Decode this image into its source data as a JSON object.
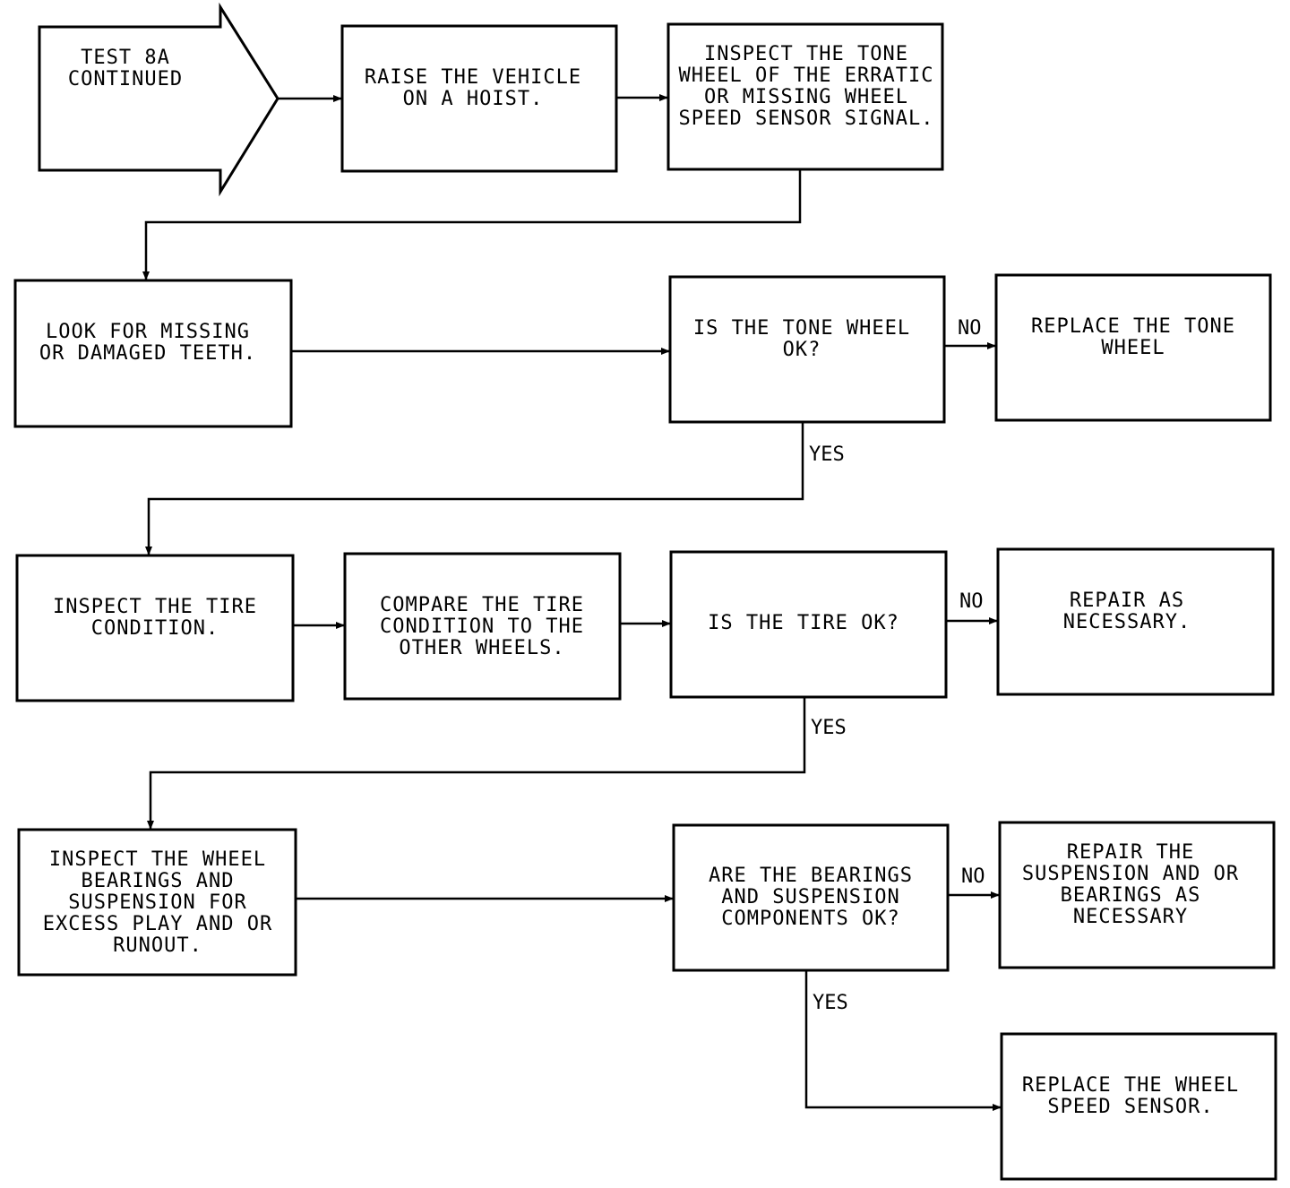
{
  "nodes": {
    "start": [
      "TEST 8A",
      "CONTINUED"
    ],
    "raise_vehicle": [
      "RAISE THE VEHICLE",
      "ON A HOIST."
    ],
    "inspect_tone_wheel": [
      "INSPECT THE TONE",
      "WHEEL OF THE ERRATIC",
      "OR MISSING WHEEL",
      "SPEED SENSOR SIGNAL."
    ],
    "look_teeth": [
      "LOOK FOR MISSING",
      "OR DAMAGED TEETH."
    ],
    "q_tone_wheel": [
      "IS THE TONE WHEEL",
      "OK?"
    ],
    "replace_tone_wheel": [
      "REPLACE THE TONE",
      "WHEEL"
    ],
    "inspect_tire": [
      "INSPECT THE TIRE",
      "CONDITION."
    ],
    "compare_tire": [
      "COMPARE THE TIRE",
      "CONDITION TO THE",
      "OTHER WHEELS."
    ],
    "q_tire": [
      "IS THE TIRE OK?"
    ],
    "repair_tire": [
      "REPAIR AS",
      "NECESSARY."
    ],
    "inspect_bearings": [
      "INSPECT THE WHEEL",
      "BEARINGS AND",
      "SUSPENSION FOR",
      "EXCESS PLAY AND OR",
      "RUNOUT."
    ],
    "q_bearings": [
      "ARE THE BEARINGS",
      "AND SUSPENSION",
      "COMPONENTS OK?"
    ],
    "repair_suspension": [
      "REPAIR THE",
      "SUSPENSION AND OR",
      "BEARINGS AS",
      "NECESSARY"
    ],
    "replace_sensor": [
      "REPLACE THE WHEEL",
      "SPEED SENSOR."
    ]
  },
  "labels": {
    "no": "NO",
    "yes": "YES"
  }
}
